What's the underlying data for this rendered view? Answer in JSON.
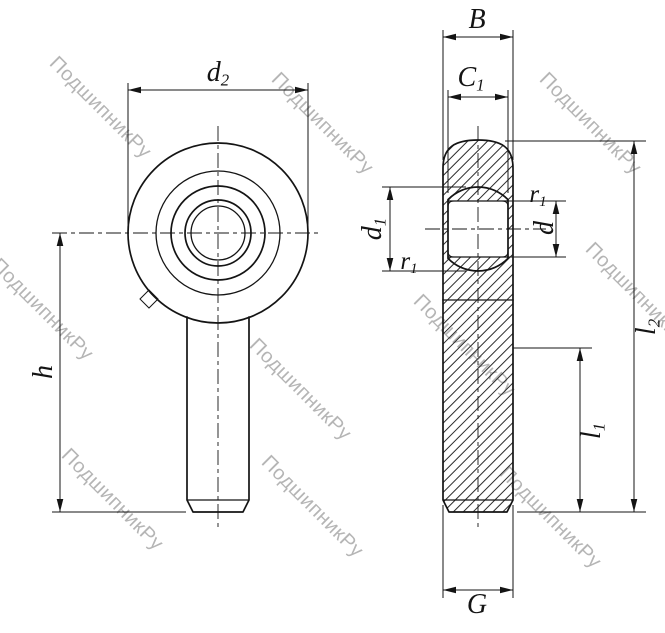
{
  "watermark": {
    "text": "ПодшипникРу"
  },
  "colors": {
    "line": "#141414",
    "watermark": "#b5b5b5",
    "background": "#ffffff"
  },
  "dimensions": {
    "d2": {
      "base": "d",
      "sub": "2"
    },
    "h": {
      "base": "h",
      "sub": ""
    },
    "B": {
      "base": "B",
      "sub": ""
    },
    "C1": {
      "base": "C",
      "sub": "1"
    },
    "d1": {
      "base": "d",
      "sub": "1"
    },
    "r1_upper": {
      "base": "r",
      "sub": "1"
    },
    "r1_lower": {
      "base": "r",
      "sub": "1"
    },
    "d": {
      "base": "d",
      "sub": ""
    },
    "l2": {
      "base": "l",
      "sub": "2"
    },
    "l1": {
      "base": "l",
      "sub": "1"
    },
    "G": {
      "base": "G",
      "sub": ""
    }
  }
}
